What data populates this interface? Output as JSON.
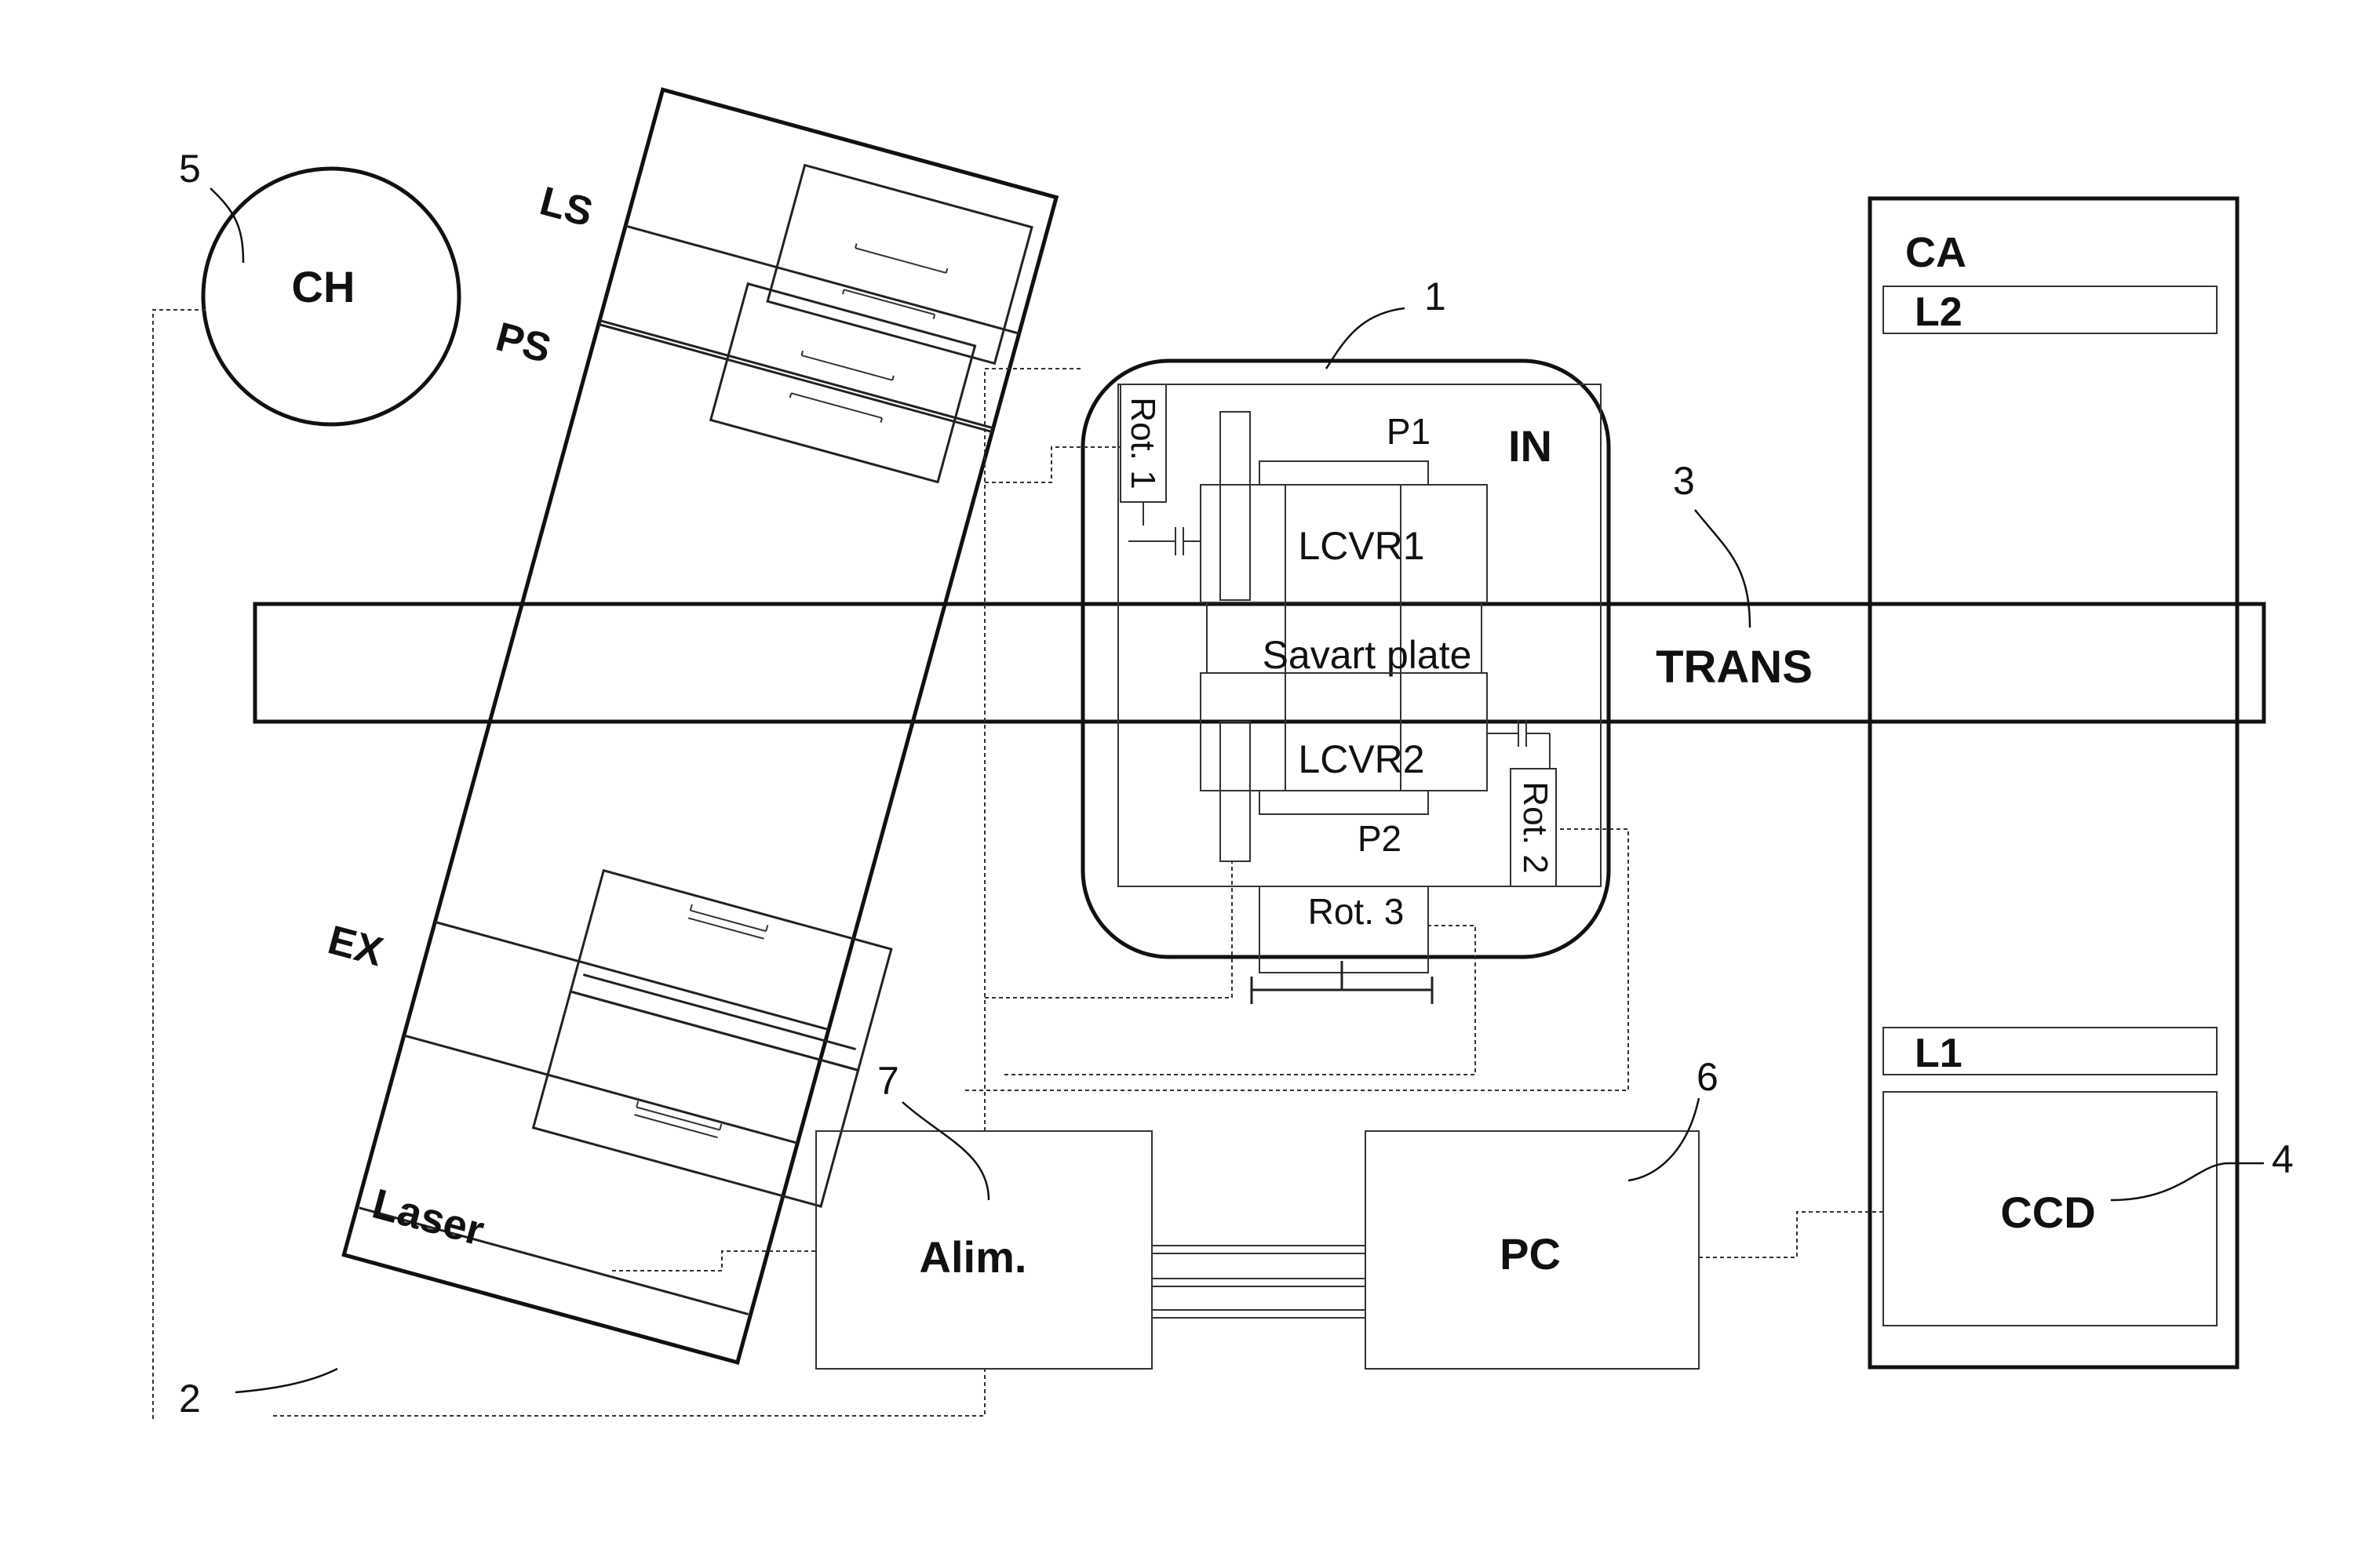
{
  "labels": {
    "ch": "CH",
    "ls": "LS",
    "ps": "PS",
    "ex": "EX",
    "laser": "Laser",
    "in": "IN",
    "p1": "P1",
    "p2": "P2",
    "lcvr1": "LCVR1",
    "lcvr2": "LCVR2",
    "savart": "Savart plate",
    "rot1": "Rot. 1",
    "rot2": "Rot. 2",
    "rot3": "Rot. 3",
    "trans": "TRANS",
    "ca": "CA",
    "l2": "L2",
    "l1": "L1",
    "ccd": "CCD",
    "alim": "Alim.",
    "pc": "PC"
  },
  "refs": {
    "r1": "1",
    "r2": "2",
    "r3": "3",
    "r4": "4",
    "r5": "5",
    "r6": "6",
    "r7": "7"
  }
}
